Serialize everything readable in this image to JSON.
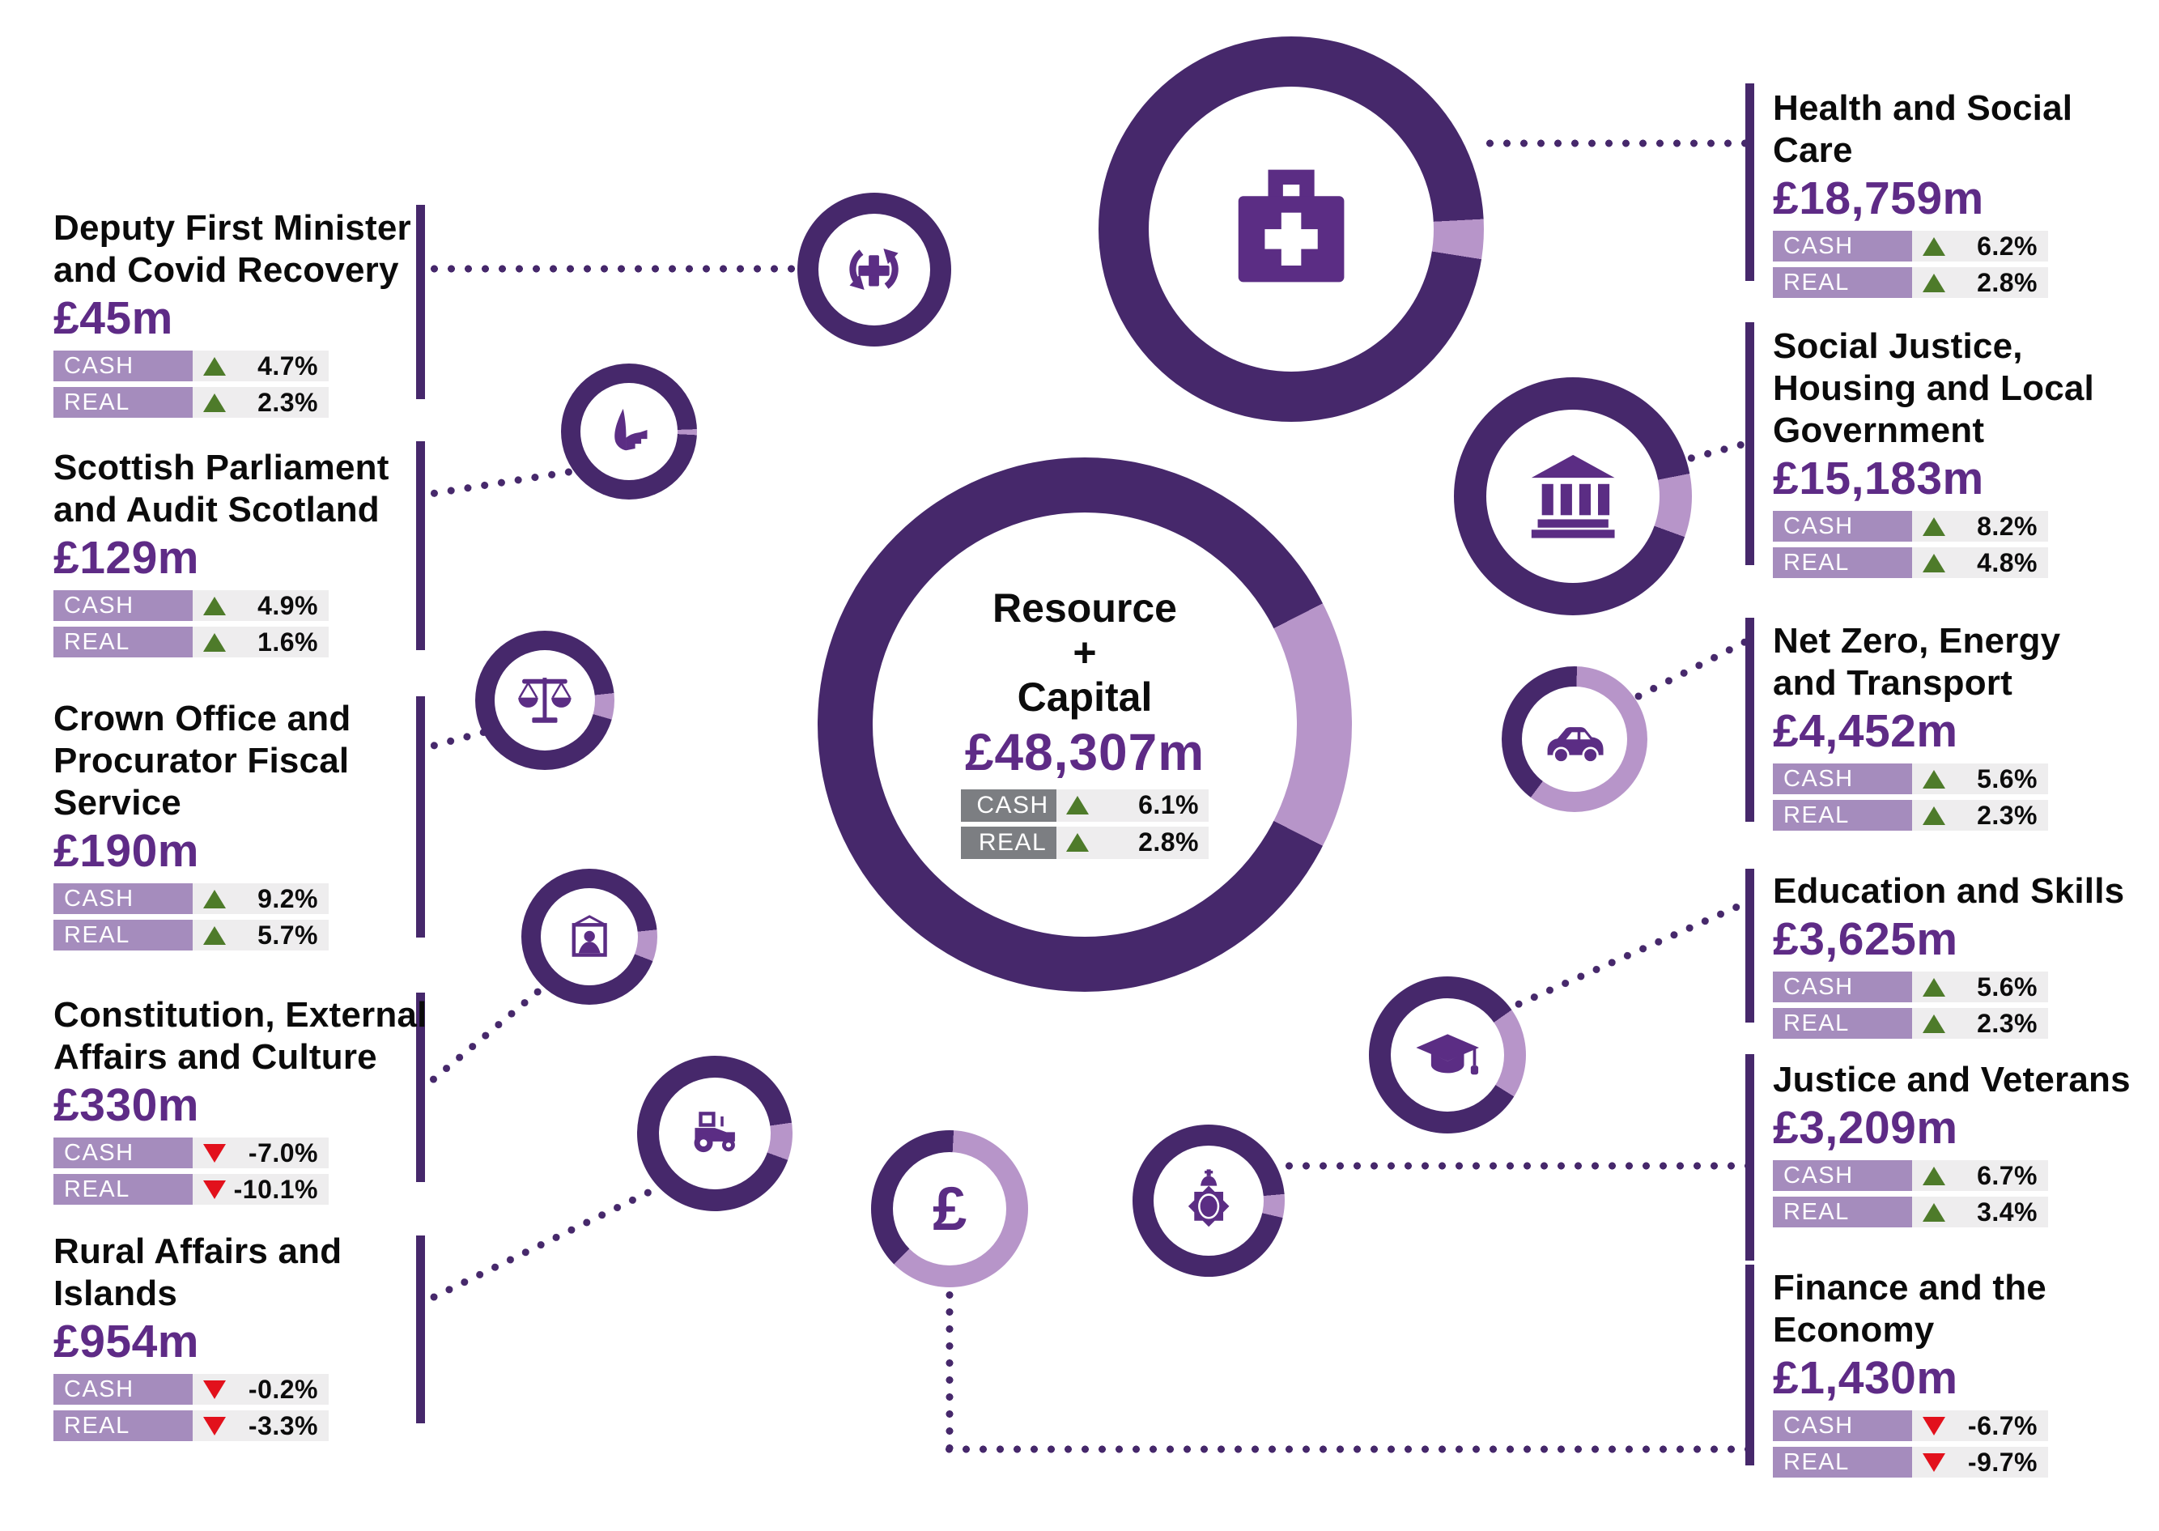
{
  "colors": {
    "ring_dark": "#46286b",
    "ring_light": "#b795c9",
    "bar_label_bg": "#a58cbd",
    "bar_value_bg": "#eeedee",
    "center_label_bg": "#7c7e82",
    "amount": "#5e2b86",
    "up": "#4e7b2a",
    "down": "#e2111c",
    "connector": "#46286b",
    "title": "#0b0b0b",
    "icon": "#5b2d84"
  },
  "labels": {
    "cash": "CASH",
    "real": "REAL"
  },
  "center": {
    "title_lines": [
      "Resource",
      "+",
      "Capital"
    ],
    "amount": "£48,307m",
    "cash": {
      "dir": "up",
      "value": "6.1%"
    },
    "real": {
      "dir": "up",
      "value": "2.8%"
    },
    "capital_arc": {
      "start": 63,
      "end": 117
    }
  },
  "departments": [
    {
      "id": "deputy-first-minister-covid-recovery",
      "name_lines": [
        "Deputy First Minister",
        "and Covid Recovery"
      ],
      "amount": "£45m",
      "cash": {
        "dir": "up",
        "value": "4.7%"
      },
      "real": {
        "dir": "up",
        "value": "2.3%"
      },
      "icon": "renewal-arrows-plus-icon",
      "capital_arc": {
        "start": 0,
        "end": 0
      }
    },
    {
      "id": "scottish-parliament-audit-scotland",
      "name_lines": [
        "Scottish Parliament",
        "and Audit Scotland"
      ],
      "amount": "£129m",
      "cash": {
        "dir": "up",
        "value": "4.9%"
      },
      "real": {
        "dir": "up",
        "value": "1.6%"
      },
      "icon": "parliament-quill-icon",
      "capital_arc": {
        "start": 88,
        "end": 93
      }
    },
    {
      "id": "crown-office-procurator-fiscal",
      "name_lines": [
        "Crown Office and",
        "Procurator Fiscal",
        "Service"
      ],
      "amount": "£190m",
      "cash": {
        "dir": "up",
        "value": "9.2%"
      },
      "real": {
        "dir": "up",
        "value": "5.7%"
      },
      "icon": "scales-of-justice-icon",
      "capital_arc": {
        "start": 84,
        "end": 106
      }
    },
    {
      "id": "constitution-external-affairs-culture",
      "name_lines": [
        "Constitution, External",
        "Affairs and Culture"
      ],
      "amount": "£330m",
      "cash": {
        "dir": "down",
        "value": "-7.0%"
      },
      "real": {
        "dir": "down",
        "value": "-10.1%"
      },
      "icon": "portrait-frame-icon",
      "capital_arc": {
        "start": 84,
        "end": 111
      }
    },
    {
      "id": "rural-affairs-islands",
      "name_lines": [
        "Rural Affairs and",
        "Islands"
      ],
      "amount": "£954m",
      "cash": {
        "dir": "down",
        "value": "-0.2%"
      },
      "real": {
        "dir": "down",
        "value": "-3.3%"
      },
      "icon": "tractor-icon",
      "capital_arc": {
        "start": 82,
        "end": 110
      }
    },
    {
      "id": "health-social-care",
      "name_lines": [
        "Health and Social",
        "Care"
      ],
      "amount": "£18,759m",
      "cash": {
        "dir": "up",
        "value": "6.2%"
      },
      "real": {
        "dir": "up",
        "value": "2.8%"
      },
      "icon": "medical-bag-icon",
      "capital_arc": {
        "start": 87,
        "end": 99
      }
    },
    {
      "id": "social-justice-housing-local-government",
      "name_lines": [
        "Social Justice,",
        "Housing and Local",
        "Government"
      ],
      "amount": "£15,183m",
      "cash": {
        "dir": "up",
        "value": "8.2%"
      },
      "real": {
        "dir": "up",
        "value": "4.8%"
      },
      "icon": "civic-building-icon",
      "capital_arc": {
        "start": 79,
        "end": 110
      }
    },
    {
      "id": "net-zero-energy-transport",
      "name_lines": [
        "Net Zero, Energy",
        "and Transport"
      ],
      "amount": "£4,452m",
      "cash": {
        "dir": "up",
        "value": "5.6%"
      },
      "real": {
        "dir": "up",
        "value": "2.3%"
      },
      "icon": "car-icon",
      "capital_arc": {
        "start": 2,
        "end": 217
      }
    },
    {
      "id": "education-skills",
      "name_lines": [
        "Education and Skills"
      ],
      "amount": "£3,625m",
      "cash": {
        "dir": "up",
        "value": "5.6%"
      },
      "real": {
        "dir": "up",
        "value": "2.3%"
      },
      "icon": "graduation-cap-icon",
      "capital_arc": {
        "start": 55,
        "end": 122
      }
    },
    {
      "id": "justice-veterans",
      "name_lines": [
        "Justice and Veterans"
      ],
      "amount": "£3,209m",
      "cash": {
        "dir": "up",
        "value": "6.7%"
      },
      "real": {
        "dir": "up",
        "value": "3.4%"
      },
      "icon": "police-badge-icon",
      "capital_arc": {
        "start": 85,
        "end": 103
      }
    },
    {
      "id": "finance-economy",
      "name_lines": [
        "Finance and the",
        "Economy"
      ],
      "amount": "£1,430m",
      "cash": {
        "dir": "down",
        "value": "-6.7%"
      },
      "real": {
        "dir": "down",
        "value": "-9.7%"
      },
      "icon": "pound-sign-icon",
      "capital_arc": {
        "start": 3,
        "end": 225
      }
    }
  ]
}
